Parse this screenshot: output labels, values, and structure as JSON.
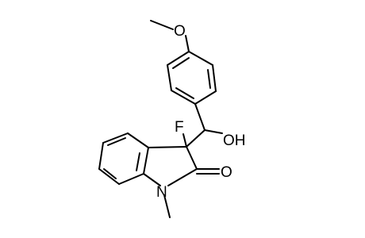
{
  "structure": {
    "atoms": {
      "methoxy_o": "O",
      "fluorine": "F",
      "hydroxyl": "OH",
      "carbonyl_o": "O",
      "nitrogen": "N"
    }
  }
}
